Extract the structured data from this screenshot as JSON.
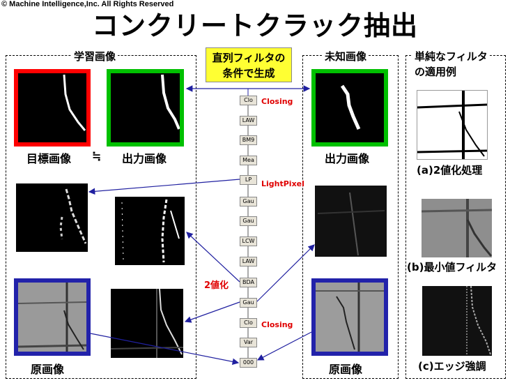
{
  "copyright": "© Machine Intelligence,Inc. All Rights Reserved",
  "title": "コンクリートクラック抽出",
  "panels": {
    "learning": "学習画像",
    "unknown": "未知画像",
    "simple_line1": "単純なフィルタ",
    "simple_line2": "の適用例"
  },
  "callout": {
    "line1": "直列フィルタの",
    "line2": "条件で生成"
  },
  "labels": {
    "target": "目標画像",
    "approx": "≒",
    "output_left": "出力画像",
    "output_right": "出力画像",
    "original_left": "原画像",
    "original_right": "原画像",
    "binarize": "2値化"
  },
  "filters": [
    "Clo",
    "LAW",
    "BM9",
    "Mea",
    "LP",
    "Gau",
    "Gau",
    "LCW",
    "LAW",
    "BDA",
    "Gau",
    "Clo",
    "Var",
    "000"
  ],
  "filter_annotations": {
    "closing_top": "Closing",
    "lightpixel": "LightPixel",
    "closing_bottom": "Closing"
  },
  "examples": {
    "a": "(a)2値化処理",
    "b": "(b)最小値フィルタ",
    "c": "(c)エッジ強調"
  },
  "colors": {
    "target_frame": "#ff0000",
    "output_frame": "#00c000",
    "original_frame": "#2222aa",
    "arrow": "#2020a0",
    "annotation": "#e00000",
    "callout_bg": "#ffff33"
  }
}
